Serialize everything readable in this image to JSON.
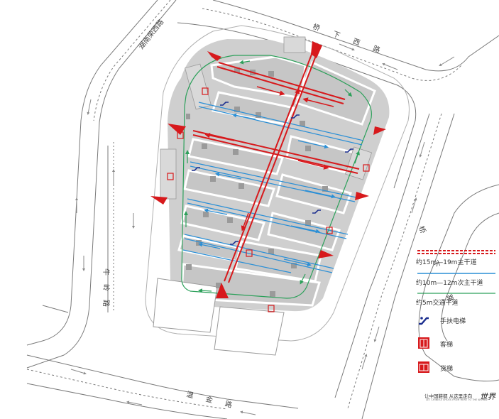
{
  "roads": {
    "north_west": "湖南荣西路",
    "north_east": "桥下西路",
    "east": "桥下路",
    "west": "牛岭路",
    "south": "温金路"
  },
  "legend": {
    "main_road": "约15m—19m主干道",
    "secondary_road": "约10m—12m次主干道",
    "traffic_road": "约5m交通干道",
    "escalator": "手扶电梯",
    "passenger_elevator": "客梯",
    "freight_elevator": "货梯"
  },
  "slogan": {
    "main": "让中国鞋都 从这里走向",
    "sub": "LET CHINESE SHOES FROM HERE TO THE WORLD",
    "signature": "世界"
  },
  "colors": {
    "main_road": "#d7191c",
    "secondary_road": "#2a8fd6",
    "traffic_road": "#2ca05a",
    "escalator_icon": "#1c2f8f",
    "elevator_icon": "#d7191c",
    "building": "#cfcfcf",
    "building_dark": "#9a9a9a"
  },
  "icons": {
    "escalator": "escalator-icon",
    "passenger_elevator": "passenger-elevator-icon",
    "freight_elevator": "freight-elevator-icon",
    "entrance": "entrance-arrow-icon"
  }
}
